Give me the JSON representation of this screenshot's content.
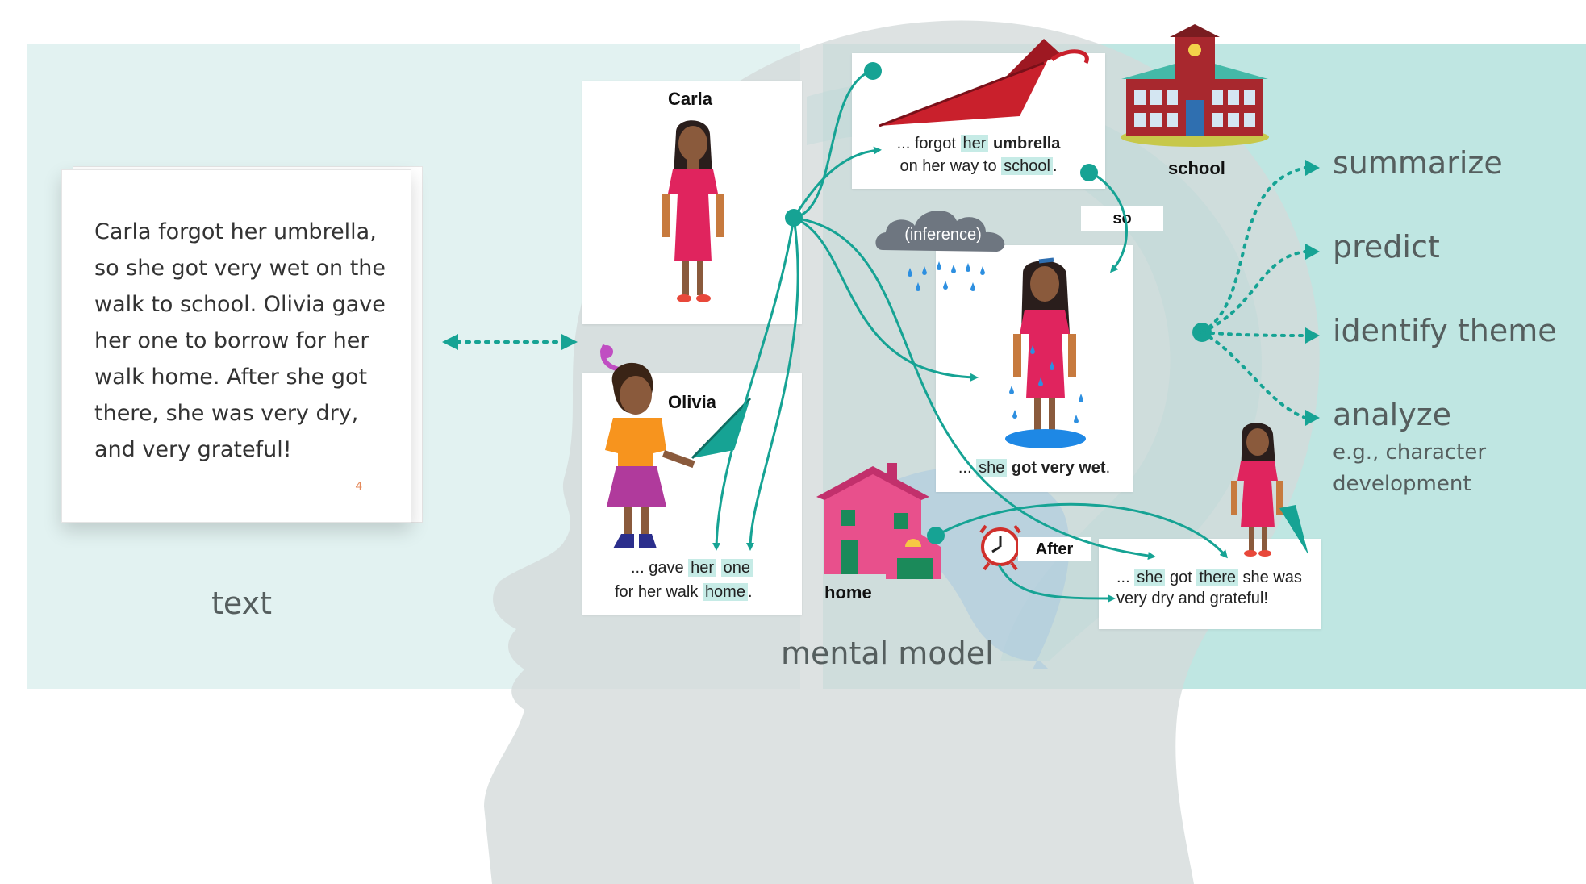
{
  "text_panel": {
    "passage": "Carla forgot her umbrella, so she got very wet on the walk to school. Olivia gave her one to borrow for her walk home. After she got there, she was very dry, and very grateful!",
    "page_number": "4",
    "label": "text"
  },
  "mental_model": {
    "label": "mental model",
    "carla_card": {
      "title": "Carla"
    },
    "olivia_card": {
      "title": "Olivia",
      "caption_pre": "... gave ",
      "caption_her": "her",
      "caption_one": "one",
      "caption_line2_pre": "for her walk ",
      "caption_home": "home",
      "caption_line2_post": "."
    },
    "umbrella_card": {
      "line1_pre": "... forgot ",
      "line1_her": "her",
      "line1_umbrella": "umbrella",
      "line2_pre": "on her way to ",
      "line2_school": "school",
      "line2_post": "."
    },
    "school": {
      "label": "school"
    },
    "so_tag": "so",
    "inference": "(inference)",
    "wet_card": {
      "pre": "... ",
      "she": "she",
      "got_very_wet": "got very wet",
      "post": "."
    },
    "home": {
      "label": "home"
    },
    "after_tag": "After",
    "dry_card": {
      "pre": "... ",
      "she": "she",
      "got": " got ",
      "there": "there",
      "post": " she was",
      "line2": "very dry and grateful!"
    }
  },
  "strategies": {
    "items": [
      "summarize",
      "predict",
      "identify theme",
      "analyze"
    ],
    "analyze_note_line1": "e.g., character",
    "analyze_note_line2": "development"
  },
  "colors": {
    "teal": "#16a394",
    "band_left": "#e2f2f1",
    "band_right": "#bfe6e2",
    "dress": "#e0245e",
    "umbrella_red": "#c9202c",
    "highlight": "#c6ebe6",
    "house_pink": "#e8508c"
  }
}
